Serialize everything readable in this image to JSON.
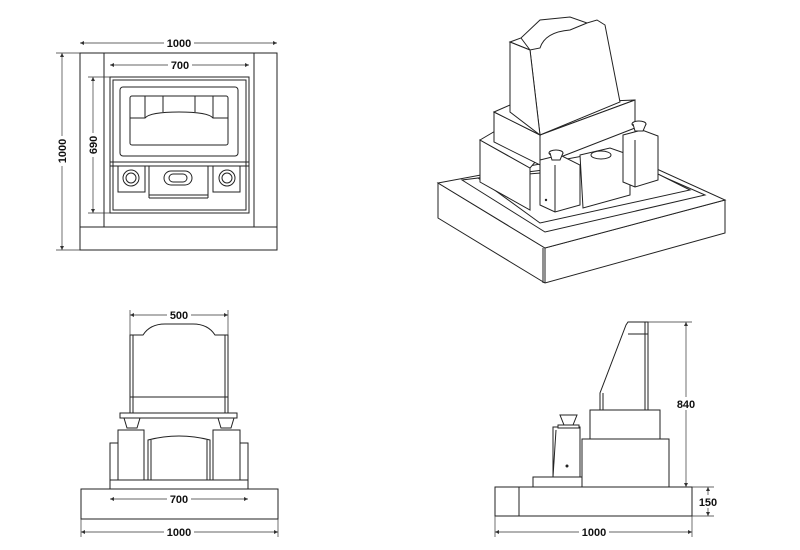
{
  "drawing": {
    "plan_view": {
      "overall_width": "1000",
      "overall_depth": "1000",
      "inner_width": "700",
      "inner_depth": "690"
    },
    "front_view": {
      "stone_width": "500",
      "inner_width": "700",
      "overall_width": "1000"
    },
    "side_view": {
      "height": "840",
      "base_height": "150",
      "overall_depth": "1000"
    }
  }
}
